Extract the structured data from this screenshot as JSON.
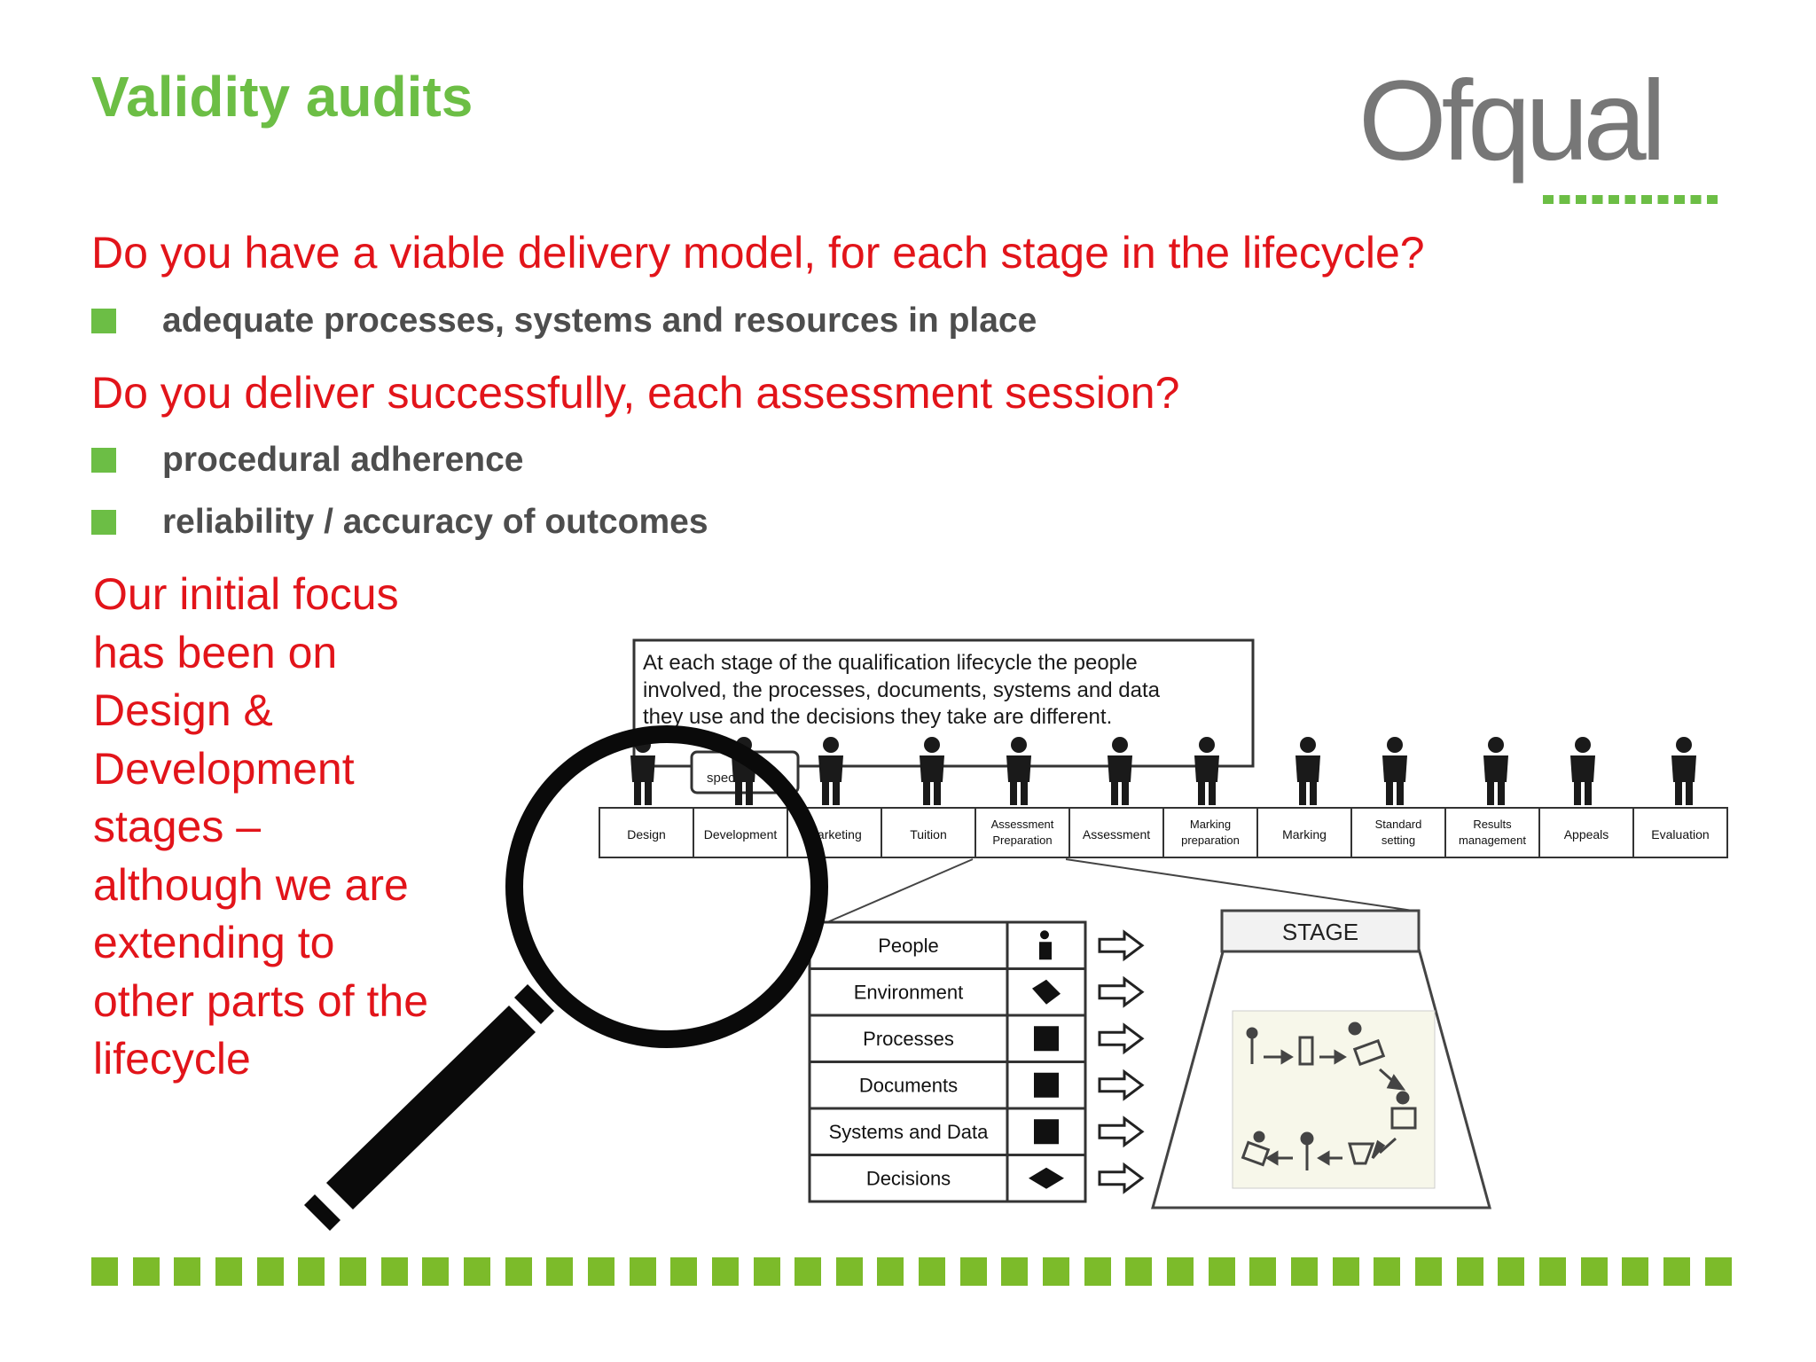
{
  "slide": {
    "title": "Validity audits",
    "brand": {
      "name": "Ofqual",
      "text_color": "#777777",
      "accent_color": "#6cbe45"
    },
    "questions": [
      {
        "text": "Do you have a viable delivery model, for each stage in the lifecycle?",
        "bullets": [
          "adequate processes, systems and resources in place"
        ]
      },
      {
        "text": "Do you deliver successfully, each assessment session?",
        "bullets": [
          "procedural adherence",
          "reliability / accuracy of outcomes"
        ]
      }
    ],
    "focus_lines": [
      "Our initial focus",
      "has been on",
      "Design &",
      "Development",
      "stages –",
      "although we are",
      "extending to",
      "other parts of the",
      "lifecycle"
    ],
    "colors": {
      "title": "#6cbe45",
      "question": "#e2141a",
      "bullet_text": "#4d4d4d",
      "bullet_square": "#6cbe45",
      "footer": "#7cbb2a"
    }
  },
  "diagram": {
    "callout_lines": [
      "At each stage of the qualification lifecycle the people",
      "involved, the processes, documents, systems and data",
      "they use and the decisions they take are different."
    ],
    "speech_fragment": "spec",
    "stages": [
      {
        "lines": [
          "Design"
        ]
      },
      {
        "lines": [
          "Development"
        ]
      },
      {
        "lines": [
          "Marketing"
        ]
      },
      {
        "lines": [
          "Tuition"
        ]
      },
      {
        "lines": [
          "Assessment",
          "Preparation"
        ]
      },
      {
        "lines": [
          "Assessment"
        ]
      },
      {
        "lines": [
          "Marking",
          "preparation"
        ]
      },
      {
        "lines": [
          "Marking"
        ]
      },
      {
        "lines": [
          "Standard",
          "setting"
        ]
      },
      {
        "lines": [
          "Results",
          "management"
        ]
      },
      {
        "lines": [
          "Appeals"
        ]
      },
      {
        "lines": [
          "Evaluation"
        ]
      }
    ],
    "components": [
      {
        "label": "People",
        "icon": "person-icon"
      },
      {
        "label": "Environment",
        "icon": "environment-icon"
      },
      {
        "label": "Processes",
        "icon": "processes-icon"
      },
      {
        "label": "Documents",
        "icon": "documents-icon"
      },
      {
        "label": "Systems and Data",
        "icon": "systems-icon"
      },
      {
        "label": "Decisions",
        "icon": "decisions-icon"
      }
    ],
    "stage_box_label": "STAGE"
  }
}
